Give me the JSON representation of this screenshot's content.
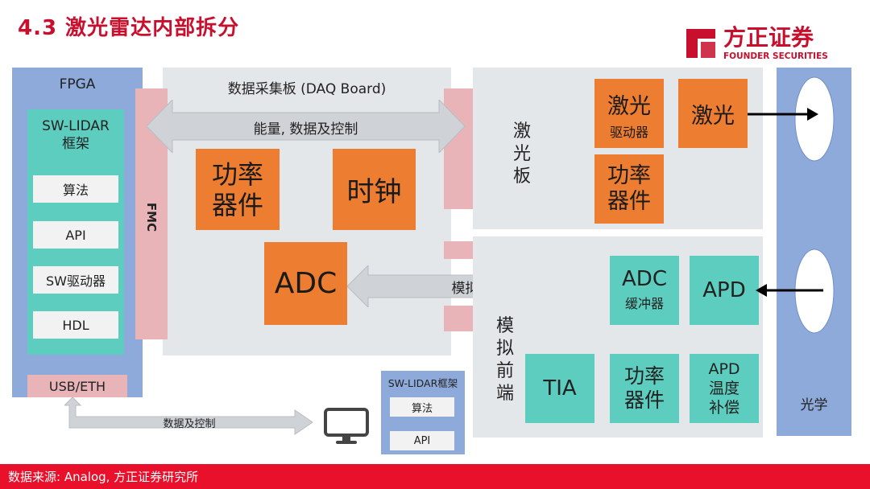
{
  "header": {
    "title": "4.3 激光雷达内部拆分",
    "logo_cn": "方正证券",
    "logo_en": "FOUNDER SECURITIES"
  },
  "fpga": {
    "title": "FPGA",
    "sw_lidar": "SW-LIDAR\n框架",
    "items": [
      "算法",
      "API",
      "SW驱动器",
      "HDL"
    ],
    "usb_eth": "USB/ETH",
    "fmc": "FMC"
  },
  "daq": {
    "title": "数据采集板 (DAQ Board)",
    "bus_label": "能量, 数据及控制",
    "power": "功率\n器件",
    "clock": "时钟",
    "adc": "ADC",
    "analog_signal": "模拟信号"
  },
  "laser_board": {
    "title": "激\n光\n板",
    "driver_title": "激光",
    "driver_sub": "驱动器",
    "laser": "激光",
    "power": "功率\n器件"
  },
  "analog_front": {
    "title": "模\n拟\n前\n端",
    "adc_buffer_title": "ADC",
    "adc_buffer_sub": "缓冲器",
    "apd": "APD",
    "tia": "TIA",
    "power": "功率\n器件",
    "apd_temp": "APD\n温度\n补偿"
  },
  "optics": {
    "label": "光学"
  },
  "pc": {
    "sw_lidar": "SW-LIDAR框架",
    "items": [
      "算法",
      "API"
    ],
    "link_label": "数据及控制"
  },
  "footer": {
    "source": "数据来源: Analog, 方正证券研究所"
  },
  "colors": {
    "title_red": "#c8102e",
    "blue": "#8eaadb",
    "gray": "#e4e7ea",
    "pink": "#e8b4b8",
    "teal": "#5ccdbf",
    "orange": "#ed7d31",
    "footer_red": "#e8102a"
  }
}
